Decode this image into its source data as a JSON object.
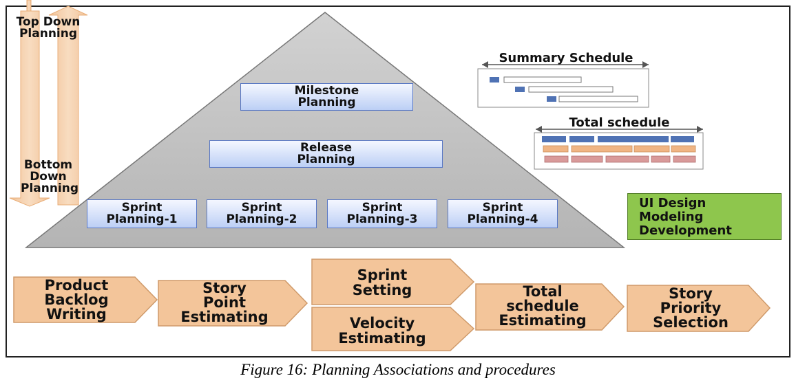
{
  "side_arrows": {
    "top_down": "Top Down Planning",
    "bottom_up": "Bottom Down Planning"
  },
  "pyramid": {
    "milestone": [
      "Milestone",
      "Planning"
    ],
    "release": [
      "Release",
      "Planning"
    ],
    "sprints": [
      [
        "Sprint",
        "Planning-1"
      ],
      [
        "Sprint",
        "Planning-2"
      ],
      [
        "Sprint",
        "Planning-3"
      ],
      [
        "Sprint",
        "Planning-4"
      ]
    ]
  },
  "schedules": {
    "summary": "Summary Schedule",
    "total": "Total schedule"
  },
  "activities": [
    "UI Design",
    "Modeling",
    "Development"
  ],
  "procedures": [
    [
      "Product",
      "Backlog",
      "Writing"
    ],
    [
      "Story",
      "Point",
      "Estimating"
    ],
    [
      "Sprint",
      "Setting"
    ],
    [
      "Velocity",
      "Estimating"
    ],
    [
      "Total",
      "schedule",
      "Estimating"
    ],
    [
      "Story",
      "Priority",
      "Selection"
    ]
  ],
  "caption": "Figure 16: Planning Associations and procedures",
  "colors": {
    "pyramid_fill": "#c4c4c4",
    "box_border": "#5877c4",
    "arrow_fill": "#f2c79b",
    "blue_bar": "#4f72b4",
    "orange_bar": "#f0b584",
    "red_bar": "#d99a9a",
    "green_box": "#8ec64d"
  }
}
